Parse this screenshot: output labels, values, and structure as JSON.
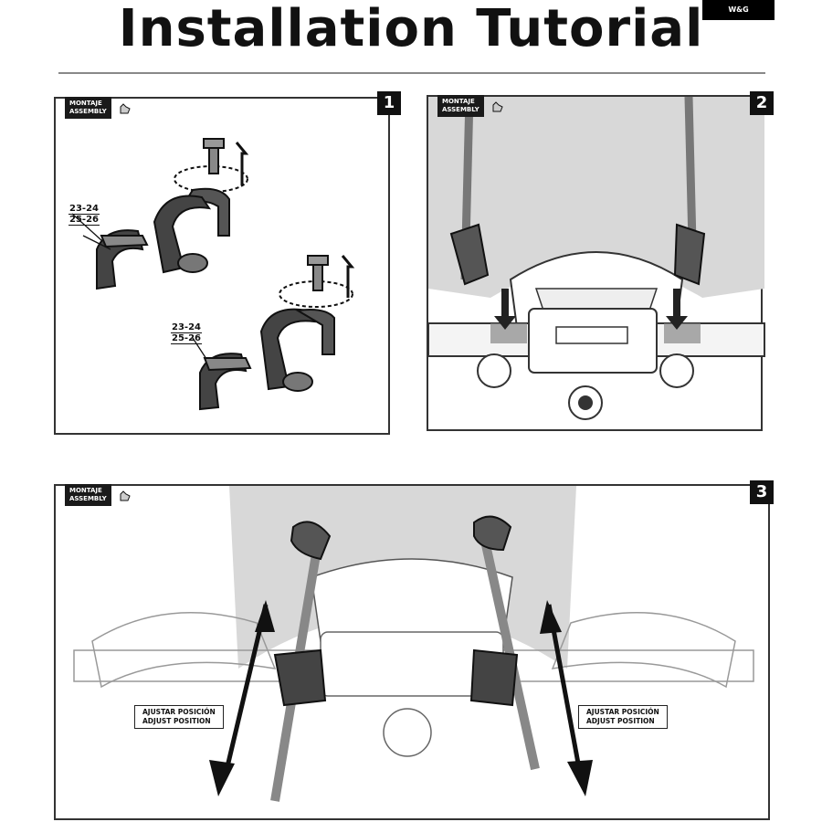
{
  "header": {
    "title": "Installation Tutorial",
    "brand_logo": "W&G"
  },
  "steps": [
    {
      "number": "1",
      "tag_line1": "MONTAJE",
      "tag_line2": "ASSEMBLY",
      "sizes_a": [
        "23-24",
        "25-26"
      ],
      "sizes_b": [
        "23-24",
        "25-26"
      ]
    },
    {
      "number": "2",
      "tag_line1": "MONTAJE",
      "tag_line2": "ASSEMBLY"
    },
    {
      "number": "3",
      "tag_line1": "MONTAJE",
      "tag_line2": "ASSEMBLY",
      "adjust_left": [
        "AJUSTAR POSICIÓN",
        "ADJUST POSITION"
      ],
      "adjust_right": [
        "AJUSTAR POSICIÓN",
        "ADJUST POSITION"
      ]
    }
  ],
  "icons": [
    "hand-pointer-icon",
    "rotate-arrow-icon",
    "adjust-arrow-icon"
  ],
  "colors": {
    "ink": "#111111",
    "windscreen": "#d8d8d8",
    "panel_border": "#333333"
  }
}
